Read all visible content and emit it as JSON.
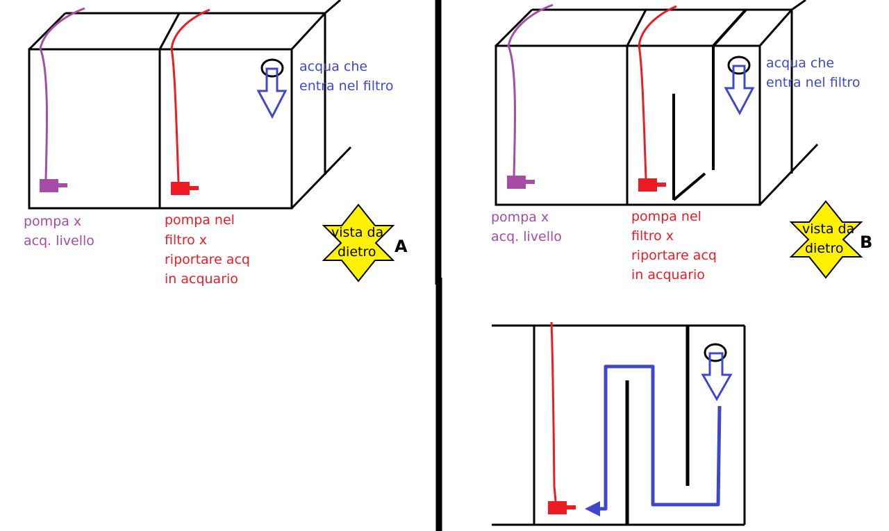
{
  "panel_a": {
    "pump_level_label": [
      "pompa x",
      "acq. livello"
    ],
    "pump_filter_label": [
      "pompa nel",
      "filtro x",
      "riportare acq",
      "in acquario"
    ],
    "water_in_label": [
      "acqua che",
      "entra nel filtro"
    ],
    "rear_view_label": [
      "vista da",
      "dietro"
    ],
    "panel_letter": "A"
  },
  "panel_b": {
    "pump_level_label": [
      "pompa x",
      "acq. livello"
    ],
    "pump_filter_label": [
      "pompa nel",
      "filtro x",
      "riportare acq",
      "in acquario"
    ],
    "water_in_label": [
      "acqua che",
      "entra nel filtro"
    ],
    "rear_view_label": [
      "vista da",
      "dietro"
    ],
    "panel_letter": "B"
  },
  "colors": {
    "purple": "#a64ca6",
    "red": "#ed1c24",
    "blue": "#3f48cc",
    "yellow": "#fff200",
    "black": "#000000"
  }
}
